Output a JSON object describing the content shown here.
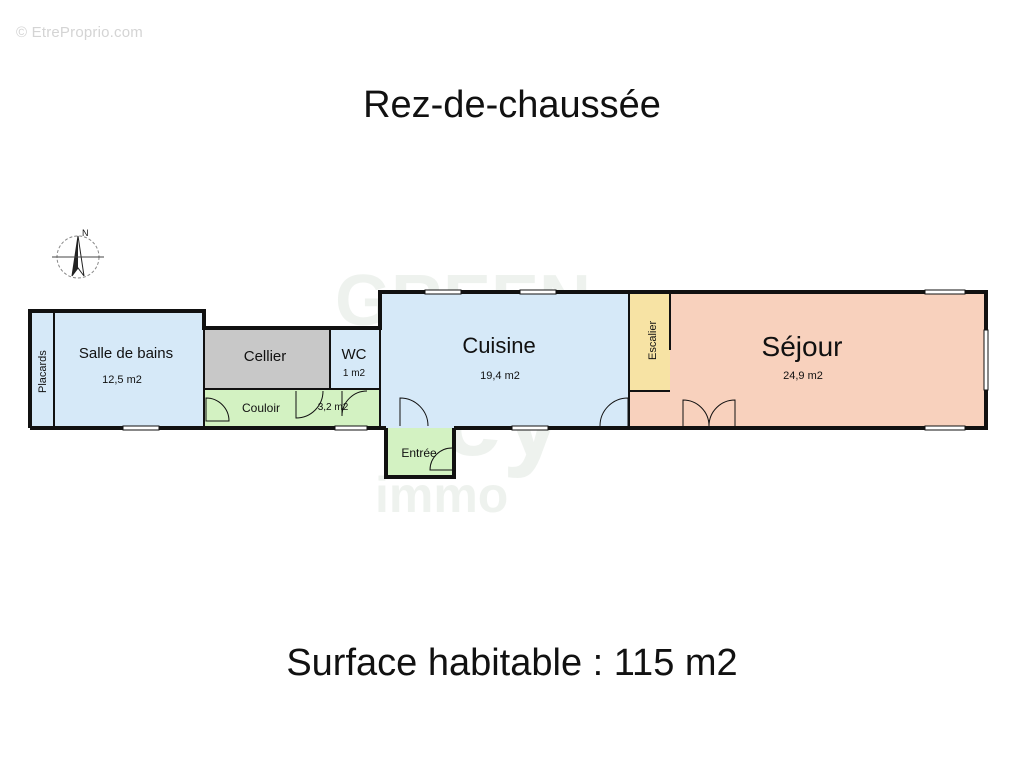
{
  "watermark": "© EtreProprio.com",
  "title": "Rez-de-chaussée",
  "compass": {
    "north_label": "N",
    "icon": "compass-rose-icon"
  },
  "rooms": {
    "placards": {
      "name": "Placards",
      "color": "#d6e9f8"
    },
    "salle_de_bains": {
      "name": "Salle de bains",
      "area": "12,5 m2",
      "color": "#d6e9f8"
    },
    "cellier": {
      "name": "Cellier",
      "color": "#c8c8c8"
    },
    "wc": {
      "name": "WC",
      "area": "1 m2",
      "color": "#d6e9f8"
    },
    "couloir": {
      "name": "Couloir",
      "area": "3,2 m2",
      "color": "#d3f2c2"
    },
    "cuisine": {
      "name": "Cuisine",
      "area": "19,4 m2",
      "color": "#d6e9f8"
    },
    "escalier": {
      "name": "Escalier",
      "color": "#f7e3a4"
    },
    "sejour": {
      "name": "Séjour",
      "area": "24,9 m2",
      "color": "#f8d1bd"
    },
    "entree": {
      "name": "Entrée",
      "color": "#d3f2c2"
    }
  },
  "logo_watermark": "GREEN key immo",
  "surface_habitable": "Surface habitable : 115 m2"
}
